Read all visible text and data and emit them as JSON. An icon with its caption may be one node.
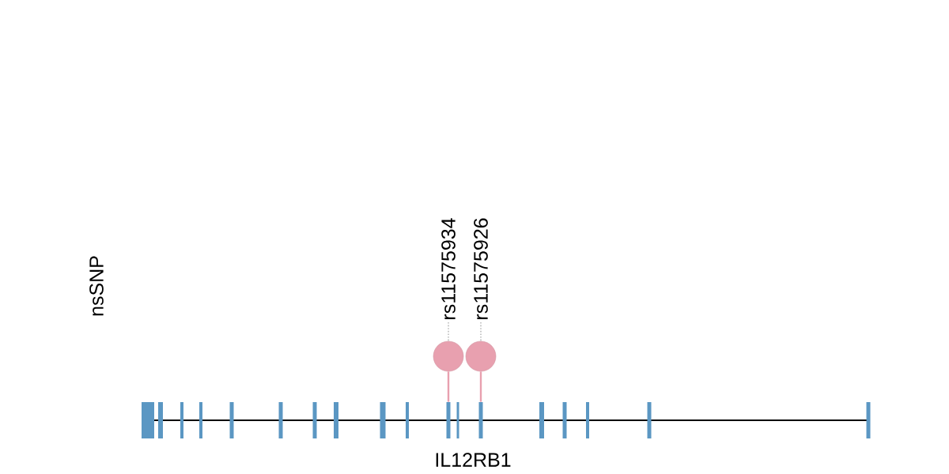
{
  "diagram": {
    "nodes": [
      {
        "text": [
          "rs11575934"
        ]
      },
      {
        "text": [
          "rs11575926"
        ]
      },
      {
        "text": [],
        "shape": "circle"
      },
      {
        "text": [],
        "shape": "circle"
      },
      {
        "text": [],
        "shape": "bar"
      },
      {
        "text": [],
        "shape": "bar"
      }
    ],
    "edges": [
      {
        "from": 0,
        "to": 2,
        "arrow": "none",
        "style": "dashed",
        "color": "#bbbbbb"
      },
      {
        "from": 1,
        "to": 3,
        "arrow": "none",
        "style": "dashed",
        "color": "#bbbbbb"
      },
      {
        "from": 2,
        "to": 4,
        "arrow": "none",
        "color": "#e8a0af"
      },
      {
        "from": 3,
        "to": 5,
        "arrow": "none",
        "color": "#e8a0af"
      }
    ],
    "labels": [
      "nsSNP",
      "IL12RB1"
    ]
  }
}
